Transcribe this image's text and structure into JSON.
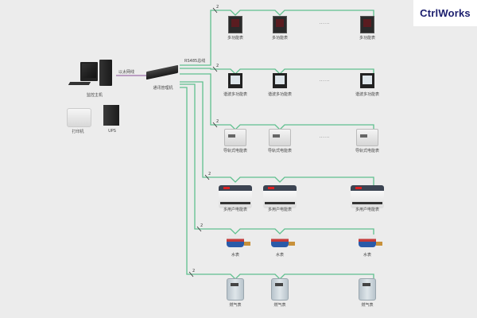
{
  "logo": {
    "text": "CtrlWorks"
  },
  "host": {
    "computer_label": "监控主机",
    "printer_label": "打印机",
    "ups_label": "UPS",
    "ethernet_label": "以太网线"
  },
  "gateway": {
    "label": "通讯管理机",
    "bus_label": "RS485总线"
  },
  "colors": {
    "bus": "#5fc08e",
    "ethernet": "#8a4f9a"
  },
  "bus_mark": "2",
  "ellipsis": "......",
  "rows": [
    {
      "type": "multifunction",
      "devices": [
        "多功能表",
        "多功能表",
        "多功能表"
      ]
    },
    {
      "type": "harmonic",
      "devices": [
        "谐波多功能表",
        "谐波多功能表",
        "谐波多功能表"
      ]
    },
    {
      "type": "din-rail",
      "devices": [
        "导轨式电能表",
        "导轨式电能表",
        "导轨式电能表"
      ]
    },
    {
      "type": "multi-user",
      "devices": [
        "多用户电能表",
        "多用户电能表",
        "多用户电能表"
      ]
    },
    {
      "type": "water",
      "devices": [
        "水表",
        "水表",
        "水表"
      ]
    },
    {
      "type": "gas",
      "devices": [
        "燃气表",
        "燃气表",
        "燃气表"
      ]
    }
  ]
}
